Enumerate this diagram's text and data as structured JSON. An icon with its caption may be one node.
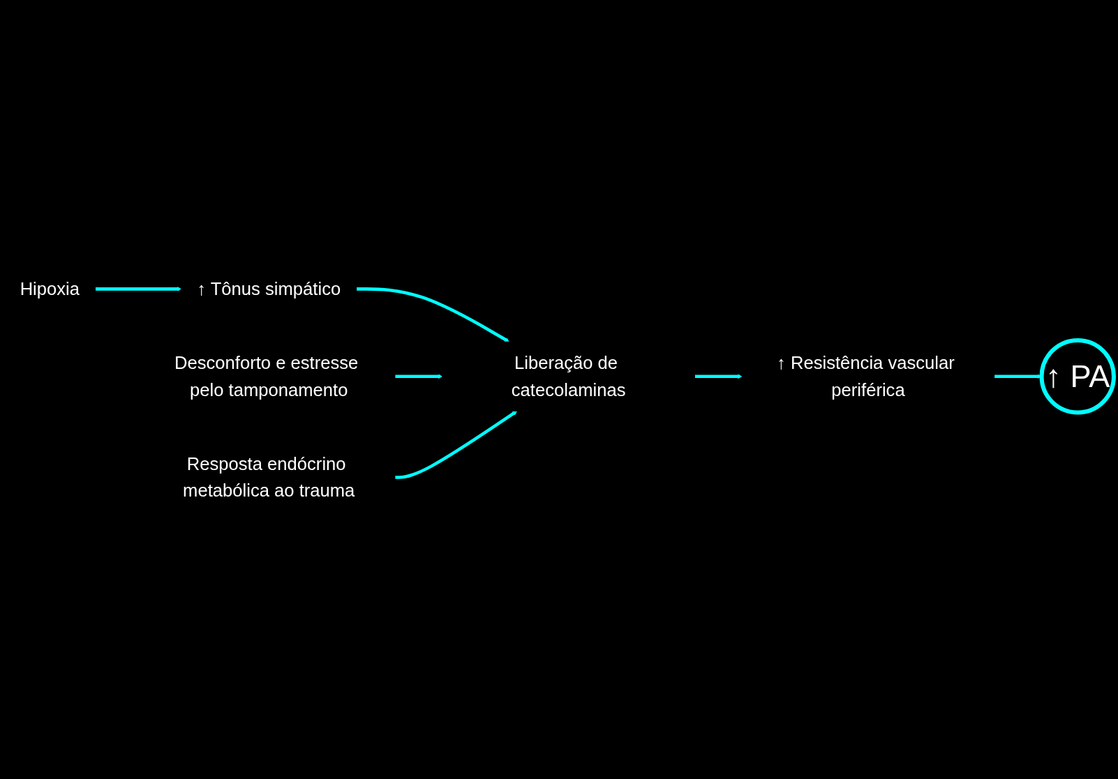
{
  "diagram": {
    "nodes": [
      {
        "text": [
          "Hipoxia"
        ]
      },
      {
        "text": [
          "↑ Tônus simpático"
        ]
      },
      {
        "text": [
          "Desconforto e estresse pelo tamponamento"
        ]
      },
      {
        "text": [
          "Liberação de catecolaminas"
        ]
      },
      {
        "text": [
          "Resposta endócrino metabólica ao trauma"
        ]
      },
      {
        "text": [
          "↑ Resistência vascular periférica"
        ]
      },
      {
        "text": [
          "↑ PA"
        ]
      }
    ],
    "edges": [
      {
        "from": 0,
        "to": 1,
        "arrow": "to"
      },
      {
        "from": 1,
        "to": 3,
        "arrow": "to"
      },
      {
        "from": 2,
        "to": 3,
        "arrow": "to"
      },
      {
        "from": 4,
        "to": 3,
        "arrow": "to"
      },
      {
        "from": 3,
        "to": 5,
        "arrow": "to"
      },
      {
        "from": 5,
        "to": 6,
        "arrow": "to"
      }
    ]
  }
}
